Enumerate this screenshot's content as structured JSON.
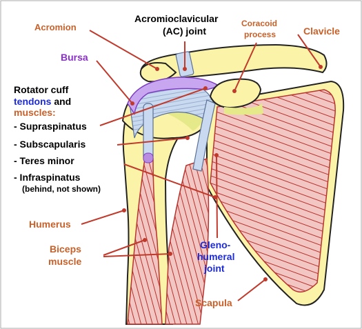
{
  "labels": {
    "acromion": "Acromion",
    "ac_joint_line1": "Acromioclavicular",
    "ac_joint_line2": "(AC) joint",
    "coracoid_line1": "Coracoid",
    "coracoid_line2": "process",
    "clavicle": "Clavicle",
    "bursa": "Bursa",
    "rotator_line1": "Rotator cuff",
    "rotator_tendons": "tendons",
    "rotator_and": " and",
    "rotator_muscles": "muscles:",
    "supraspinatus": "- Supraspinatus",
    "subscapularis": "- Subscapularis",
    "teres_minor": "- Teres minor",
    "infraspinatus": "- Infraspinatus",
    "infraspinatus_note": "(behind, not shown)",
    "humerus": "Humerus",
    "biceps_line1": "Biceps",
    "biceps_line2": "muscle",
    "gleno_line1": "Gleno-",
    "gleno_line2": "humeral",
    "gleno_line3": "joint",
    "scapula": "Scapula"
  },
  "colors": {
    "bone": "#fbf3a8",
    "bone_outline": "#222222",
    "muscle": "#f2c7c3",
    "muscle_fiber": "#b8322e",
    "tendon": "#c9d9ef",
    "cartilage": "#e6e98a",
    "bursa": "#c9a6f0",
    "bursa_outline": "#7d3fc1",
    "leader": "#c0392b",
    "label_orange": "#c8602a",
    "label_blue": "#1d2bd6",
    "label_purple": "#8a2fc9"
  }
}
